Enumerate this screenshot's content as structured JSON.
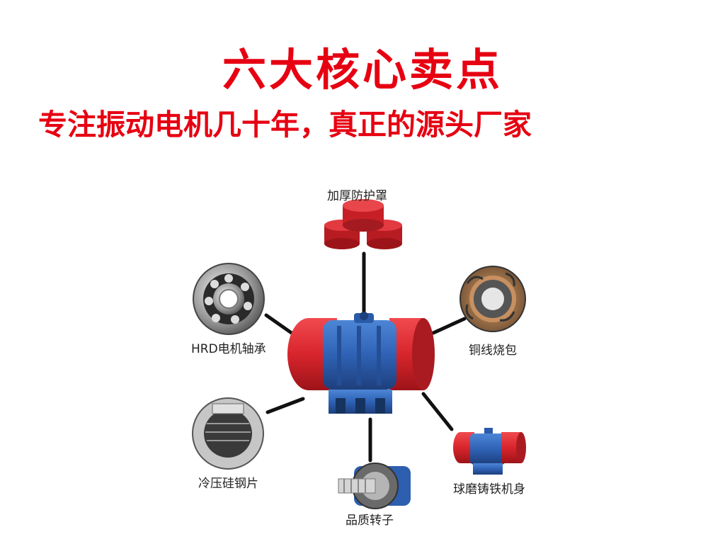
{
  "title": "六大核心卖点",
  "subtitle": "专注振动电机几十年，真正的源头厂家",
  "features": [
    {
      "label": "加厚防护罩"
    },
    {
      "label": "铜线烧包"
    },
    {
      "label": "球磨铸铁机身"
    },
    {
      "label": "品质转子"
    },
    {
      "label": "冷压硅钢片"
    },
    {
      "label": "HRD电机轴承"
    }
  ],
  "colors": {
    "headline": "#e60012",
    "motor_body": "#2f62b5",
    "motor_cap": "#d8252c",
    "connector": "#111111"
  },
  "icons": [
    "protective-cover-icon",
    "copper-winding-icon",
    "mini-motor-icon",
    "rotor-icon",
    "silicon-steel-icon",
    "bearing-icon",
    "vibration-motor-icon"
  ]
}
